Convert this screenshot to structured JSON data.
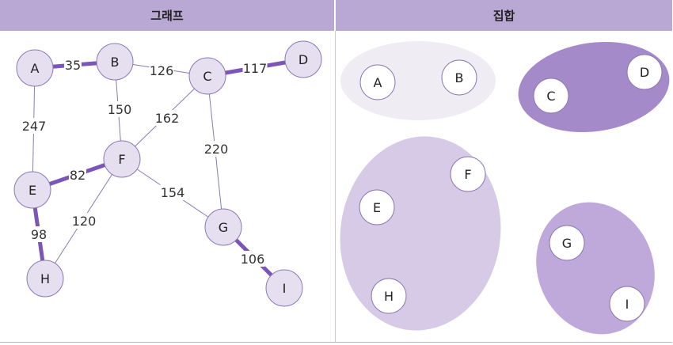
{
  "headers": {
    "graph": "그래프",
    "set": "집합"
  },
  "colors": {
    "header": "#b9a8d4",
    "node_fill": "#e6dff0",
    "node_stroke": "#8a78b3",
    "edge_thin": "#8a78b3",
    "edge_thick": "#7b55b8",
    "set_light": "#efedf3",
    "set_mid": "#d6cae6",
    "set_med": "#bfa9da",
    "set_dark": "#a58ac9"
  },
  "graph": {
    "nodes": [
      "A",
      "B",
      "C",
      "D",
      "E",
      "F",
      "G",
      "H",
      "I"
    ],
    "edges": [
      {
        "from": "A",
        "to": "B",
        "weight": "35",
        "mst": true
      },
      {
        "from": "B",
        "to": "C",
        "weight": "126",
        "mst": false
      },
      {
        "from": "C",
        "to": "D",
        "weight": "117",
        "mst": true
      },
      {
        "from": "A",
        "to": "E",
        "weight": "247",
        "mst": false
      },
      {
        "from": "B",
        "to": "F",
        "weight": "150",
        "mst": false
      },
      {
        "from": "C",
        "to": "F",
        "weight": "162",
        "mst": false
      },
      {
        "from": "C",
        "to": "G",
        "weight": "220",
        "mst": false
      },
      {
        "from": "E",
        "to": "F",
        "weight": "82",
        "mst": true
      },
      {
        "from": "F",
        "to": "G",
        "weight": "154",
        "mst": false
      },
      {
        "from": "F",
        "to": "H",
        "weight": "120",
        "mst": false
      },
      {
        "from": "E",
        "to": "H",
        "weight": "98",
        "mst": true
      },
      {
        "from": "G",
        "to": "I",
        "weight": "106",
        "mst": true
      }
    ]
  },
  "sets": [
    {
      "members": [
        "A",
        "B"
      ],
      "shade": "light"
    },
    {
      "members": [
        "C",
        "D"
      ],
      "shade": "dark"
    },
    {
      "members": [
        "E",
        "F",
        "H"
      ],
      "shade": "mid"
    },
    {
      "members": [
        "G",
        "I"
      ],
      "shade": "med"
    }
  ]
}
